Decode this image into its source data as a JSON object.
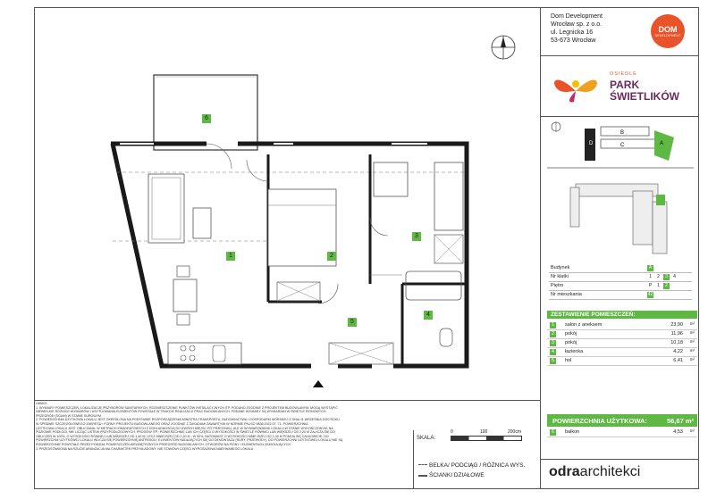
{
  "company": {
    "name": "Dom Development",
    "legal": "Wrocław sp. z o.o.",
    "street": "ul. Legnicka 16",
    "city": "53-673 Wrocław",
    "logo_text": "DOM",
    "logo_sub": "DEVELOPMENT"
  },
  "brand": {
    "osiedle": "OSIEDLE",
    "park": "PARK",
    "name": "ŚWIETLIKÓW"
  },
  "building_labels": {
    "b": "B",
    "c": "C",
    "d": "D",
    "a": "A"
  },
  "selector": {
    "rows": [
      {
        "label": "Budynek",
        "cells": [
          "A"
        ],
        "active": [
          0
        ]
      },
      {
        "label": "Nr klatki",
        "cells": [
          "1",
          "2",
          "3",
          "4"
        ],
        "active": [
          2
        ]
      },
      {
        "label": "Piętro",
        "cells": [
          "P",
          "1",
          "2"
        ],
        "active": [
          2
        ]
      },
      {
        "label": "Nr mieszkania",
        "cells": [
          "42"
        ],
        "active": [
          0
        ]
      }
    ]
  },
  "rooms_header": "ZESTAWIENIE POMIESZCZEŃ:",
  "rooms": [
    {
      "num": "1",
      "name": "salon z aneksem",
      "area": "23,90",
      "unit": "m²"
    },
    {
      "num": "2",
      "name": "pokój",
      "area": "11,96",
      "unit": "m²"
    },
    {
      "num": "3",
      "name": "pokój",
      "area": "10,18",
      "unit": "m²"
    },
    {
      "num": "4",
      "name": "łazienka",
      "area": "4,22",
      "unit": "m²"
    },
    {
      "num": "5",
      "name": "hol",
      "area": "6,41",
      "unit": "m²"
    }
  ],
  "total": {
    "label": "POWIERZCHNIA UŻYTKOWA:",
    "value": "56,67 m²"
  },
  "balcony": {
    "num": "6",
    "name": "balkon",
    "area": "4,53",
    "unit": "m²"
  },
  "plan_tags": [
    "1",
    "2",
    "3",
    "4",
    "5",
    "6"
  ],
  "notes": {
    "title": "UWAGI:",
    "lines": [
      "1. WYMIARY POMIESZCZEŃ, LOKALIZACJĘ PRZYBORÓW SANITARNYCH, ROZMIESZCZENIE PUNKTÓW INSTALACYJNYCH ITP. PODANO ZGODNIE Z PROJEKTEM BUDOWLANYM. MOGĄ WYSTĄPIĆ",
      "NIEWIELKIE RÓŻNICE WYMIARÓW I USYTUOWANIA ELEMENTÓW POWSTAŁE W TRAKCIE REALIZACJI PRAC BUDOWLANYCH. PODANE WYMIARY SĄ WYMIARAMI W ŚWIETLE PIONOWYCH",
      "PRZEGRÓD (ŚCIAN) W STANIE SUROWYM",
      "2. POWIERZCHNIA UŻYTKOWA LOKALU JEST OKREŚLONA NA PODSTAWIE ROZPORZĄDZENIA MINISTRA TRANSPORTU, BUDOWNICTWA I GOSPODARKI MORSKIEJ Z DNIA 11 WRZEŚNIA 2020 ROKU",
      "W SPRAWIE SZCZEGÓŁOWEGO ZAKRESU I FORMY PROJEKTU BUDOWLANEGO ORAZ ZGODNIE Z ZASADAMI ZAWARTYMI W NORMIE PN-ISO 9836:2022-07. 71. POWIERZCHNIA",
      "UŻYTKOWA LOKALU JEST OBLICZANA: W METRACH KWADRATOWYCH Z DOKŁADNOŚCIĄ DO DWÓCH MIEJSC PO PRZECINKU, ALE W WYMIAROWANIU LOKALU W STANIE WYKOŃCZONYM, NA",
      "POZIOMIE PODŁOGI, NIE LICZĄC LISTEW PRZYPODŁOGOWYCH, PROGÓW ITP.; POWIERZCHNIĘ LUB ICH CZĘŚCI O WYSOKOŚCI W ŚWIETLE RÓWNEJ LUB WIĘKSZEJ OD 2,20 M ZALICZA SIĘ DO",
      "OBLICZEŃ W 100%, O WYSOKOŚCI RÓWNEJ LUB WIĘKSZEJ OD 1,40 M, LECZ MNIEJSZEJ OD 2,20 M - W 50%, NATOMIAST O WYSOKOŚCI MNIEJSZEJ OD 1,40 M POMIJA SIĘ CAŁKOWICIE, DO",
      "POWIERZCHNI UŻYTKOWEJ LOKALU WLICZA SIĘ POWIERZCHNIĘ ANTRESOLI, ELEMENTÓW NADAJĄCYCH SIĘ DO DEMONTAŻU (RURY, PRZEWODY). DO POWIERZCHNI UŻYTKOWEJ LOKALU NIE SĄ",
      "POWIERZCHNIE POWSTAŁE PRZEZ PODZIAŁ POMIESZCZEŃ WEWNĘTRZNYCH PRZEGRÓD BUDOWLANYCH. OTWORÓW NA PIONY I ELEMENTACH ZAMYKAJĄCYCH",
      "3. PRZEDSTAWIONA NA RZUCIE ARANŻACJA MA CHARAKTER PRZYKŁADOWY, NIE STANOWI CZĘŚCI WYPOSAŻENIA NABYWANEGO LOKALU"
    ]
  },
  "scale": {
    "label": "SKALA:",
    "t0": "0",
    "t1": "100",
    "t2": "200cm"
  },
  "legend": {
    "item1": "BELKA/ PODCIĄG / RÓŻNICA WYS.",
    "item2": "ŚCIANKI DZIAŁOWE"
  },
  "architect": {
    "bold": "odra",
    "light": "architekci"
  },
  "colors": {
    "accent": "#5fb744",
    "dom": "#e9532a",
    "brand_purple": "#6b2a5f"
  }
}
